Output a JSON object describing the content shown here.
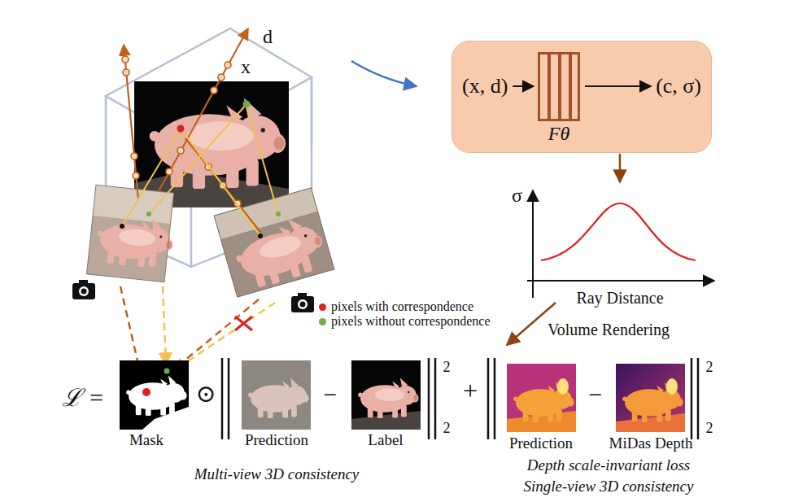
{
  "diagram": {
    "nodes": [
      {
        "text": [
          "(x, d)",
          "(c, σ)"
        ]
      },
      {
        "text": [
          "Fθ"
        ],
        "in": 0
      },
      {
        "text": [
          "σ",
          "Ray Distance"
        ]
      }
    ],
    "edges": [
      {
        "from": 0,
        "to": 2,
        "arrow": "to"
      }
    ],
    "labels": [
      "d",
      "x",
      "Volume Rendering",
      "ℒ =",
      "⊙",
      "Mask",
      "Prediction",
      "−",
      "Label",
      "2",
      "2",
      "+",
      "Prediction",
      "−",
      "MiDas Depth",
      "2",
      "2",
      "Multi-view 3D consistency",
      "Depth scale-invariant loss",
      "Single-view 3D consistency"
    ],
    "legend": [
      {
        "text": "pixels with correspondence",
        "color": "#e02020"
      },
      {
        "text": "pixels without correspondence",
        "color": "#70ad47"
      }
    ]
  }
}
